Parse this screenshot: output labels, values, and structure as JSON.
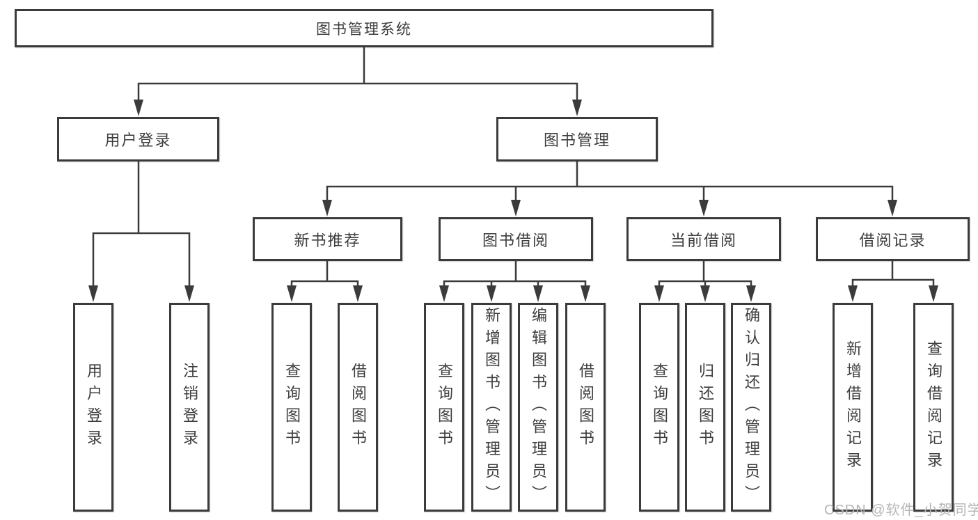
{
  "colors": {
    "line": "#3b3b3b",
    "box_border": "#3b3b3b",
    "text": "#3d3d3d",
    "background": "#ffffff",
    "watermark": "#b5b5b5"
  },
  "root": {
    "label": "图书管理系统"
  },
  "branches": [
    {
      "label": "用户登录",
      "leaves": [
        {
          "label": "用户登录"
        },
        {
          "label": "注销登录"
        }
      ]
    },
    {
      "label": "图书管理",
      "groups": [
        {
          "label": "新书推荐",
          "leaves": [
            {
              "label": "查询图书"
            },
            {
              "label": "借阅图书"
            }
          ]
        },
        {
          "label": "图书借阅",
          "leaves": [
            {
              "label": "查询图书"
            },
            {
              "label": "新增图书（管理员）"
            },
            {
              "label": "编辑图书（管理员）"
            },
            {
              "label": "借阅图书"
            }
          ]
        },
        {
          "label": "当前借阅",
          "leaves": [
            {
              "label": "查询图书"
            },
            {
              "label": "归还图书"
            },
            {
              "label": "确认归还（管理员）"
            }
          ]
        },
        {
          "label": "借阅记录",
          "leaves": [
            {
              "label": "新增借阅记录"
            },
            {
              "label": "查询借阅记录"
            }
          ]
        }
      ]
    }
  ],
  "watermark": {
    "text": "CSDN @软件_小贺同学"
  }
}
